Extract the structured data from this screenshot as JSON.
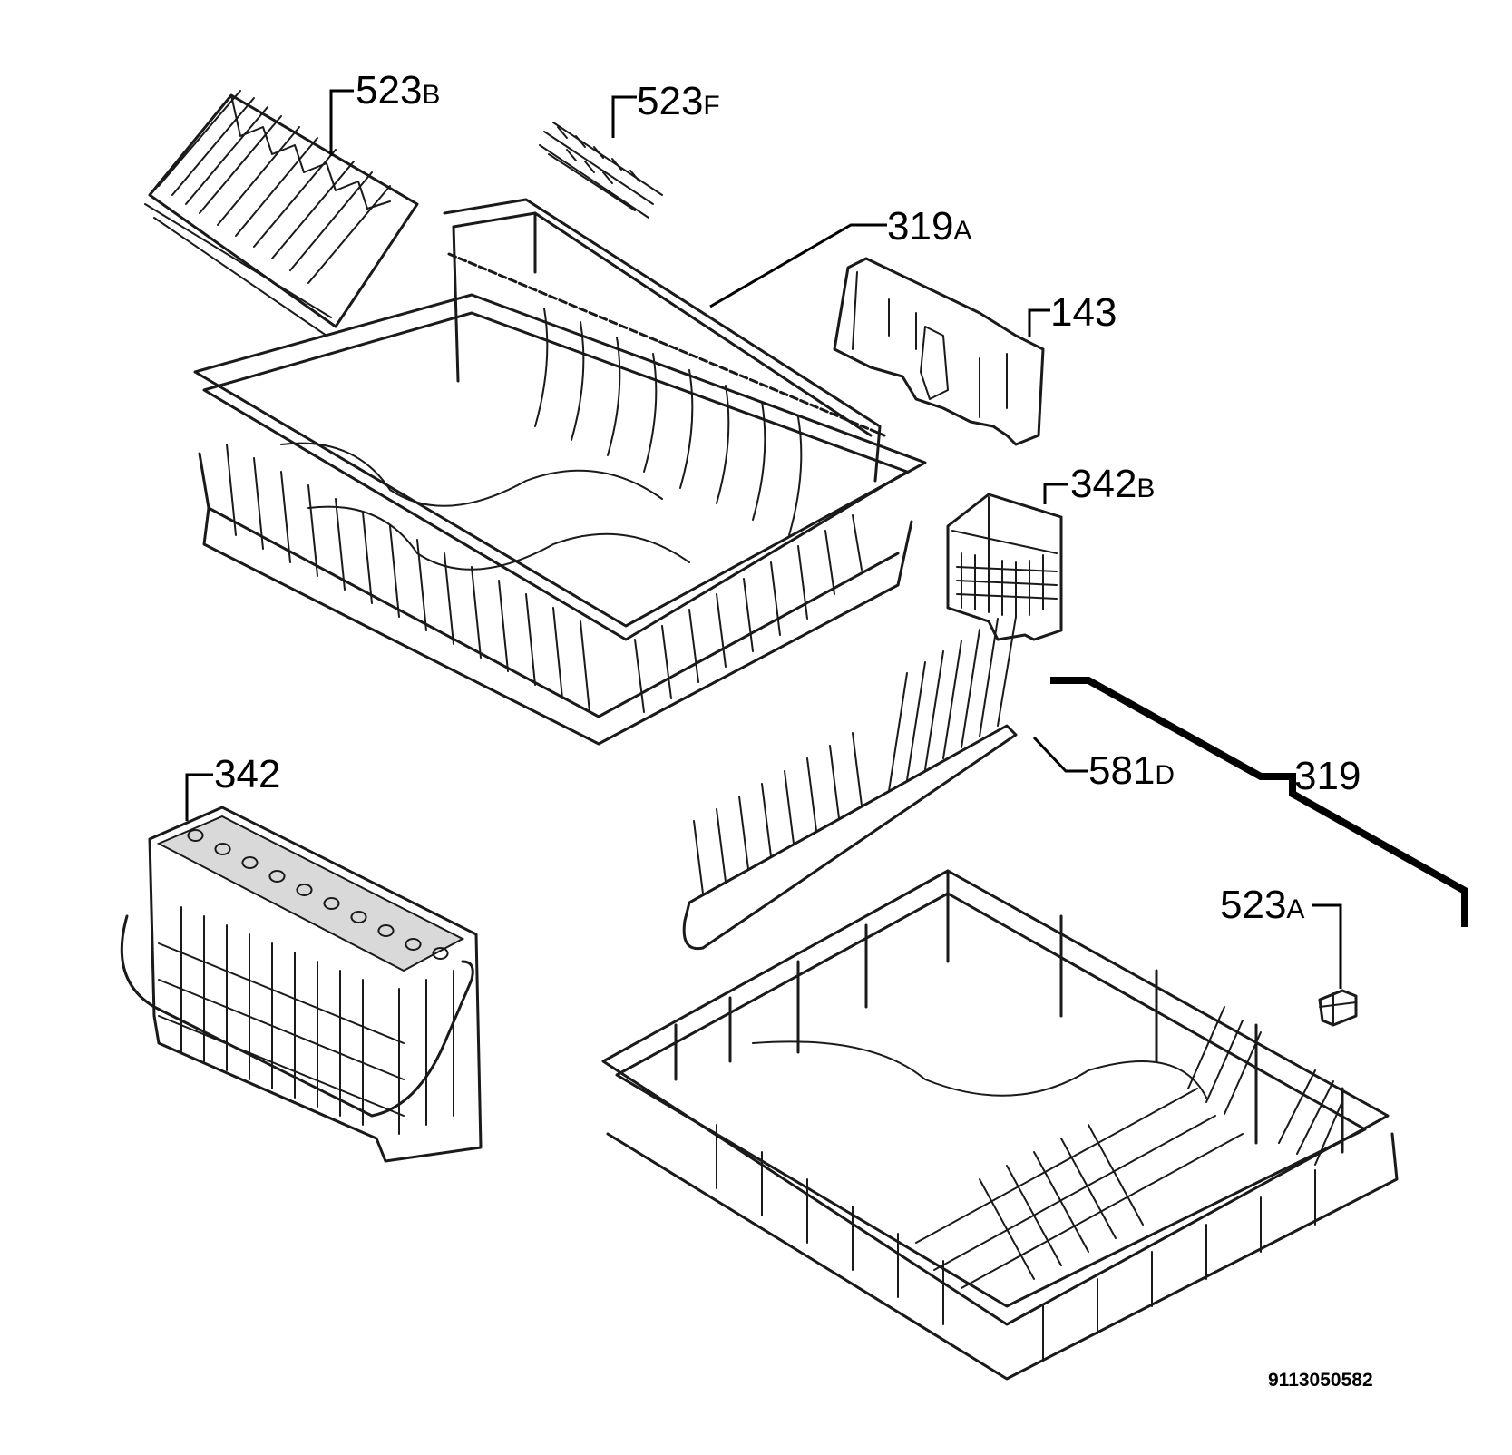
{
  "labels": [
    {
      "number": "523",
      "suffix": "B"
    },
    {
      "number": "523",
      "suffix": "F"
    },
    {
      "number": "319",
      "suffix": "A"
    },
    {
      "number": "143",
      "suffix": ""
    },
    {
      "number": "342",
      "suffix": "B"
    },
    {
      "number": "342",
      "suffix": ""
    },
    {
      "number": "581",
      "suffix": "D"
    },
    {
      "number": "319",
      "suffix": ""
    },
    {
      "number": "523",
      "suffix": "A"
    }
  ],
  "document_number": "9113050582"
}
